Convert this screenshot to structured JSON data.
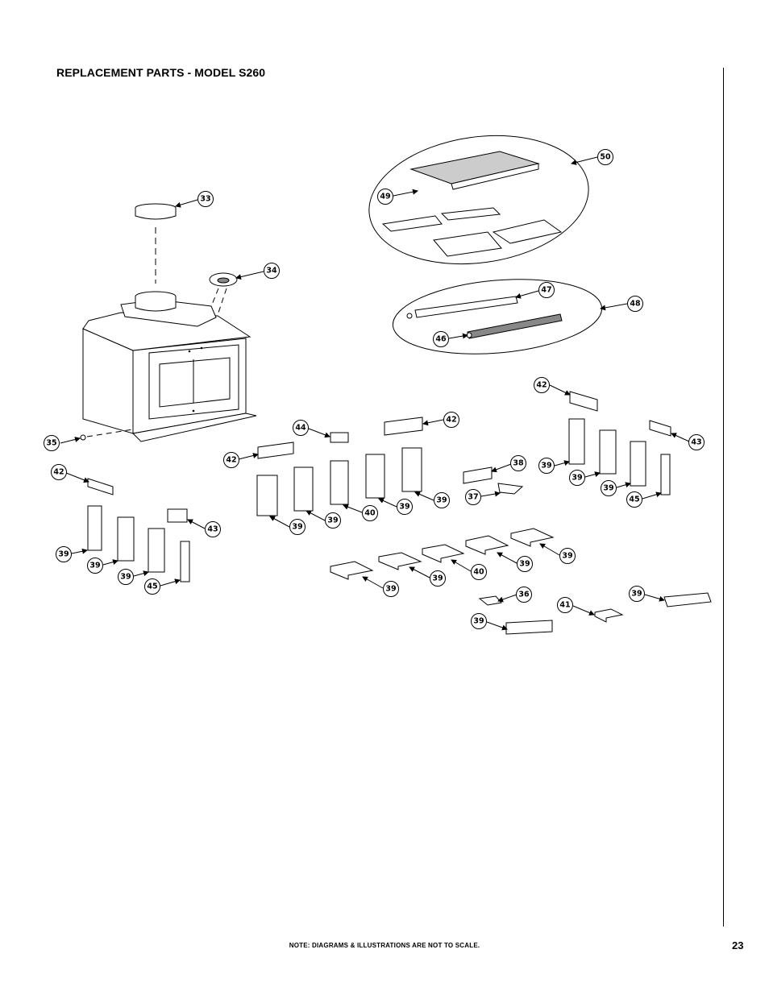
{
  "header": {
    "title": "REPLACEMENT PARTS - MODEL S260"
  },
  "footer": {
    "note": "NOTE: DIAGRAMS & ILLUSTRATIONS ARE NOT TO SCALE.",
    "page_number": "23"
  },
  "callouts": {
    "c33": "33",
    "c34": "34",
    "c35": "35",
    "c36": "36",
    "c37": "37",
    "c38": "38",
    "c39": "39",
    "c40": "40",
    "c41": "41",
    "c42": "42",
    "c43": "43",
    "c44": "44",
    "c45": "45",
    "c46": "46",
    "c47": "47",
    "c48": "48",
    "c49": "49",
    "c50": "50"
  }
}
